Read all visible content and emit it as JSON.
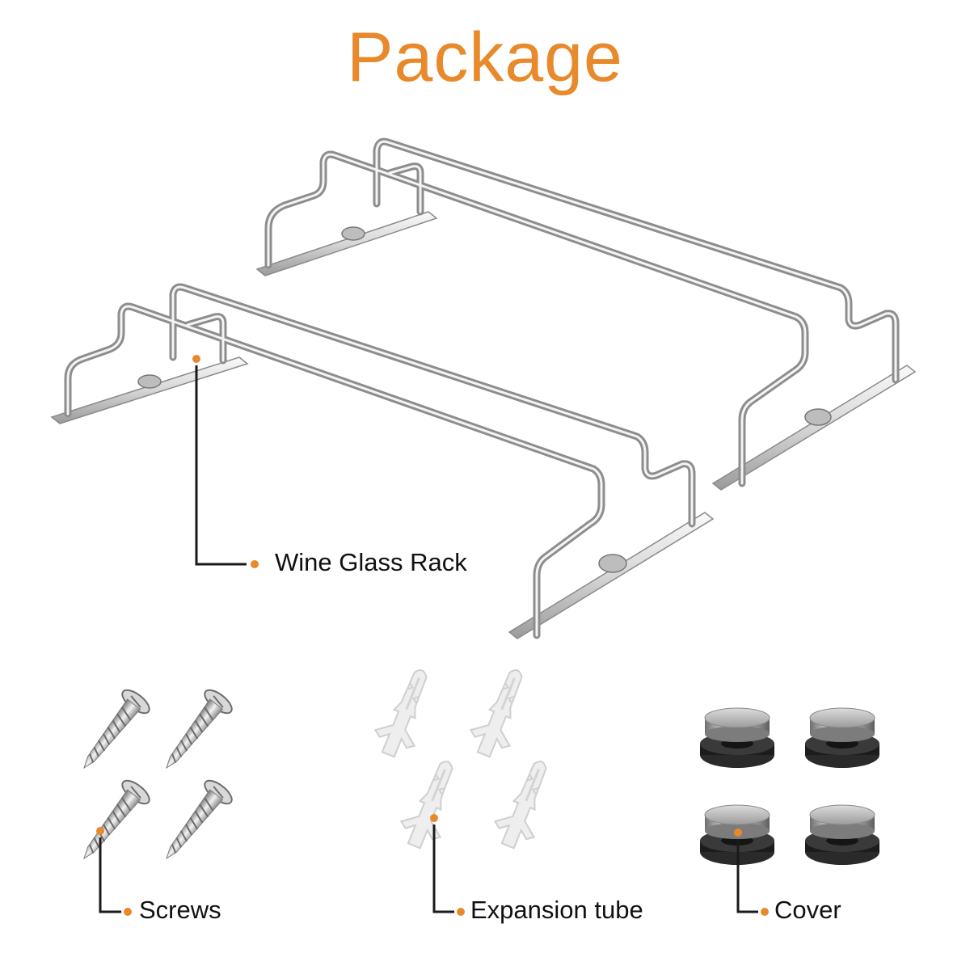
{
  "title": "Package",
  "colors": {
    "accent": "#E8892B",
    "leader": "#1a1a1a",
    "steel_light": "#f2f2f2",
    "steel_dark": "#8a8a8a",
    "rubber": "#2a2a2a",
    "plastic": "#eeeeee"
  },
  "items": [
    {
      "id": "rack",
      "label": "Wine Glass Rack"
    },
    {
      "id": "screws",
      "label": "Screws"
    },
    {
      "id": "tube",
      "label": "Expansion tube"
    },
    {
      "id": "cover",
      "label": "Cover"
    }
  ]
}
